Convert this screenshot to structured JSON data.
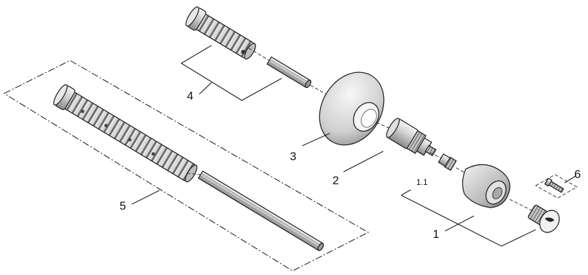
{
  "labels": {
    "p1": "1",
    "p1_1": "1.1",
    "p2": "2",
    "p3": "3",
    "p4": "4",
    "p5": "5",
    "p6": "6"
  }
}
